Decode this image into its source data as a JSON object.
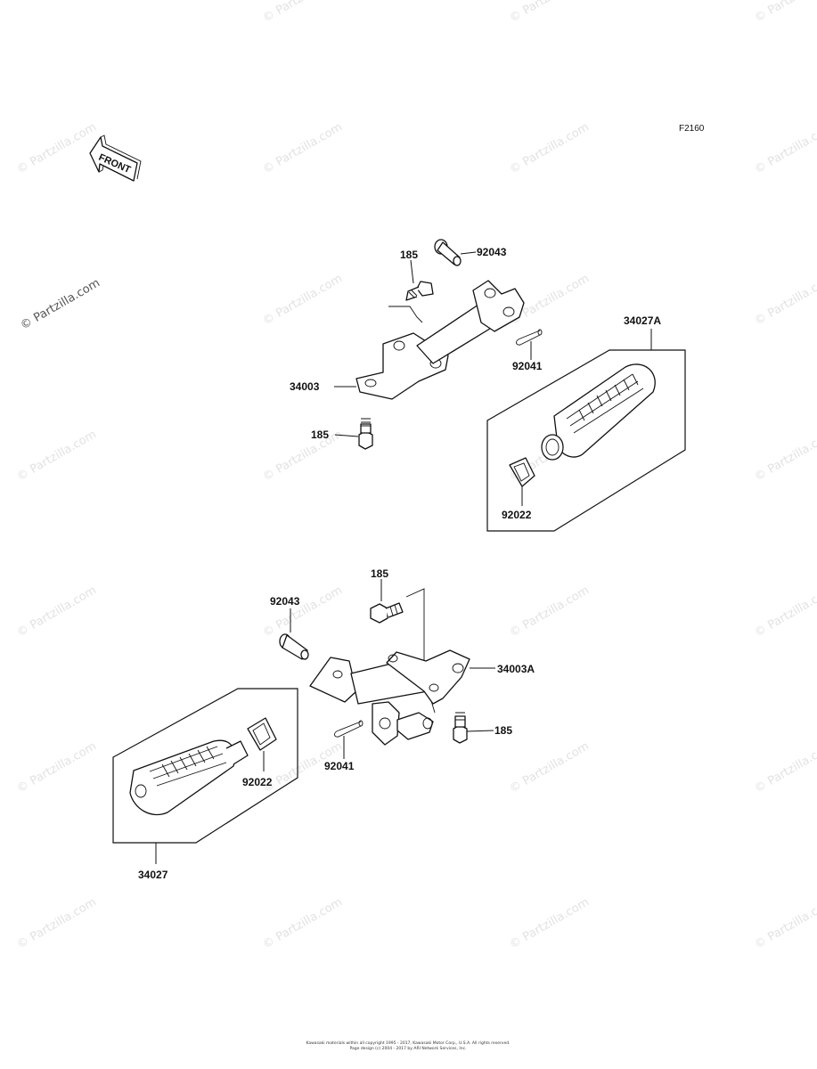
{
  "diagram_code": "F2160",
  "front_marker": "FRONT",
  "watermark_text": "© Partzilla.com",
  "watermark_side_text": "© Partzilla.com",
  "labels": {
    "upper_bolt_185_a": "185",
    "upper_pin_92043": "92043",
    "upper_bracket_34003": "34003",
    "upper_cotter_92041": "92041",
    "upper_bolt_185_b": "185",
    "upper_footpeg_34027A": "34027A",
    "upper_washer_92022": "92022",
    "lower_bolt_185_a": "185",
    "lower_pin_92043": "92043",
    "lower_bracket_34003A": "34003A",
    "lower_bolt_185_b": "185",
    "lower_cotter_92041": "92041",
    "lower_washer_92022": "92022",
    "lower_footpeg_34027": "34027"
  },
  "copyright_line1": "Kawasaki materials within all copyright 1995 - 2017, Kawasaki Motor Corp., U.S.A. All rights reserved.",
  "copyright_line2": "Page design (c) 2004 - 2017 by ARI Network Services, Inc."
}
